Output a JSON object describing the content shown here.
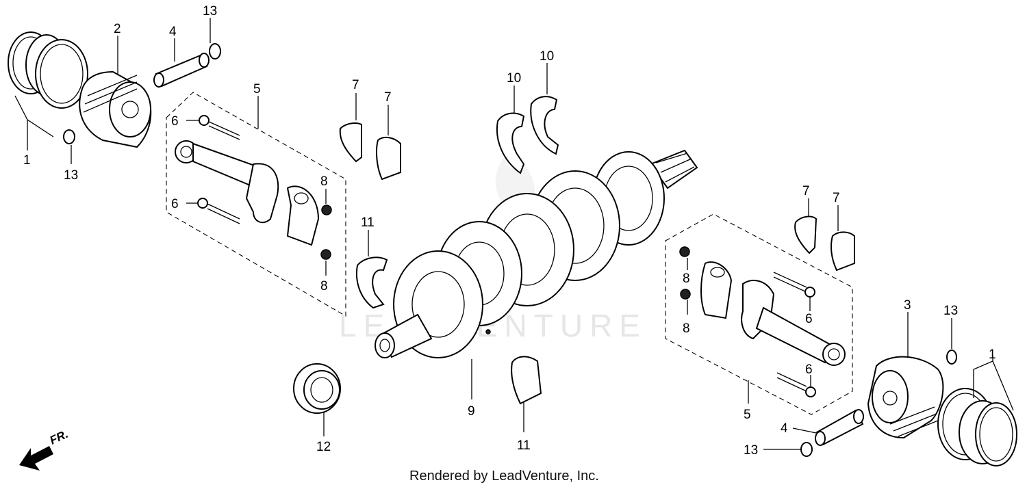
{
  "watermark": "LEADVENTURE",
  "credit": "Rendered by LeadVenture, Inc.",
  "direction_label": "FR.",
  "callouts": {
    "c1_left": "1",
    "c13_left_top": "13",
    "c2": "2",
    "c4_left": "4",
    "c13_left_bottom": "13",
    "c5_left": "5",
    "c6_left_top": "6",
    "c6_left_bottom": "6",
    "c8_left_top": "8",
    "c8_left_bottom": "8",
    "c7_a": "7",
    "c7_b": "7",
    "c10_a": "10",
    "c10_b": "10",
    "c11_upper": "11",
    "c9": "9",
    "c12": "12",
    "c11_lower": "11",
    "c7_c": "7",
    "c7_d": "7",
    "c8_right_top": "8",
    "c8_right_bottom": "8",
    "c6_right_top": "6",
    "c6_right_bottom": "6",
    "c5_right": "5",
    "c3": "3",
    "c13_right_top": "13",
    "c1_right": "1",
    "c4_right": "4",
    "c13_right_bottom": "13"
  }
}
